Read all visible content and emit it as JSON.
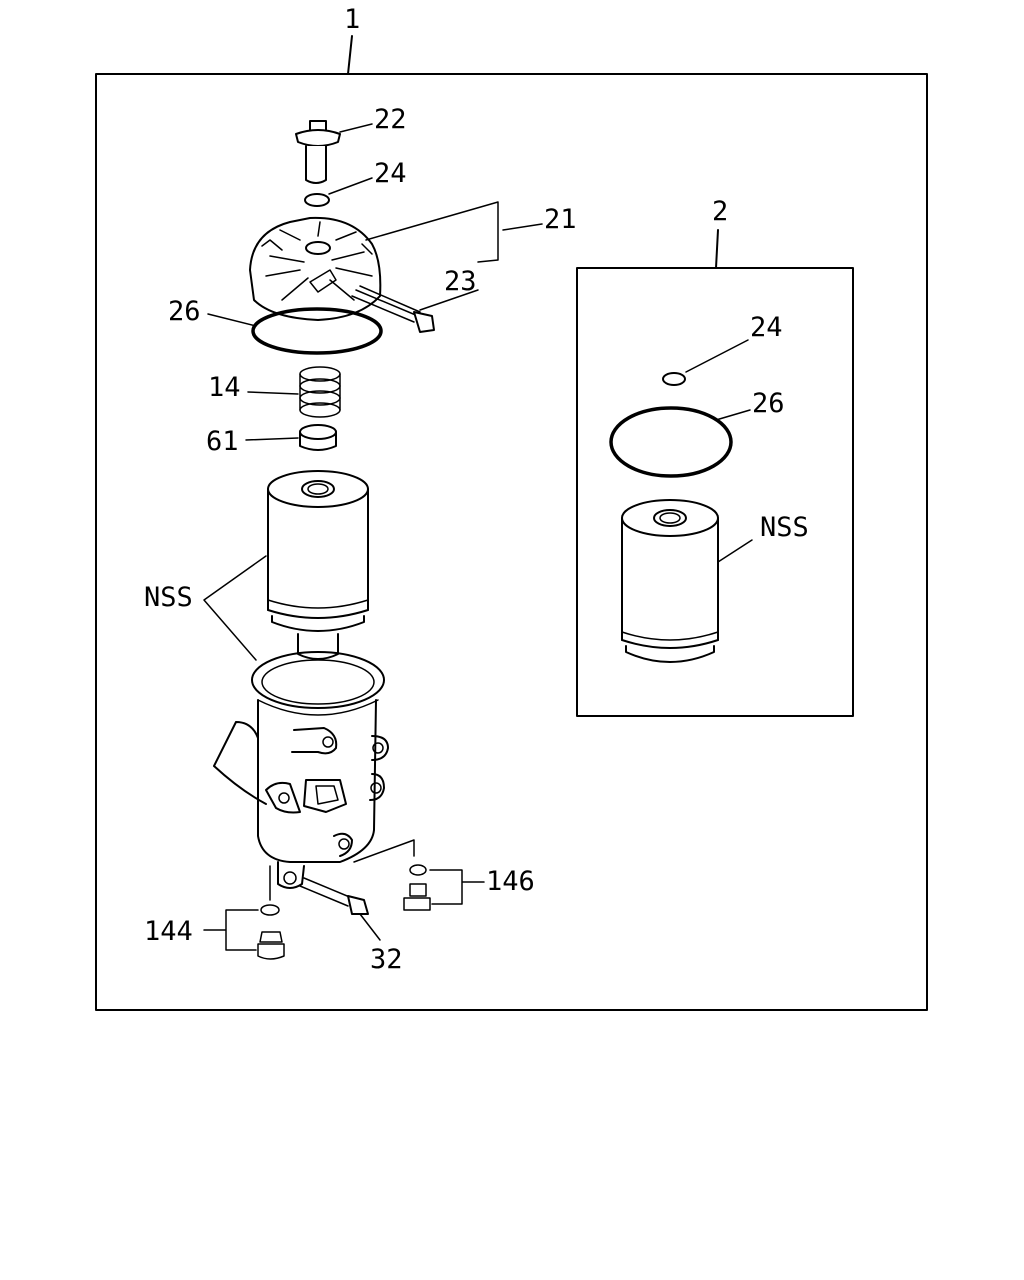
{
  "callouts": {
    "assembly": "1",
    "kit": "2",
    "bolt": "22",
    "oring_small": "24",
    "cover": "21",
    "cover_screw": "23",
    "oring_large": "26",
    "spring": "14",
    "seat": "61",
    "nss_main": "NSS",
    "plug_146": "146",
    "plug_144": "144",
    "screw_32": "32",
    "kit_oring_small": "24",
    "kit_oring_large": "26",
    "kit_nss": "NSS"
  }
}
